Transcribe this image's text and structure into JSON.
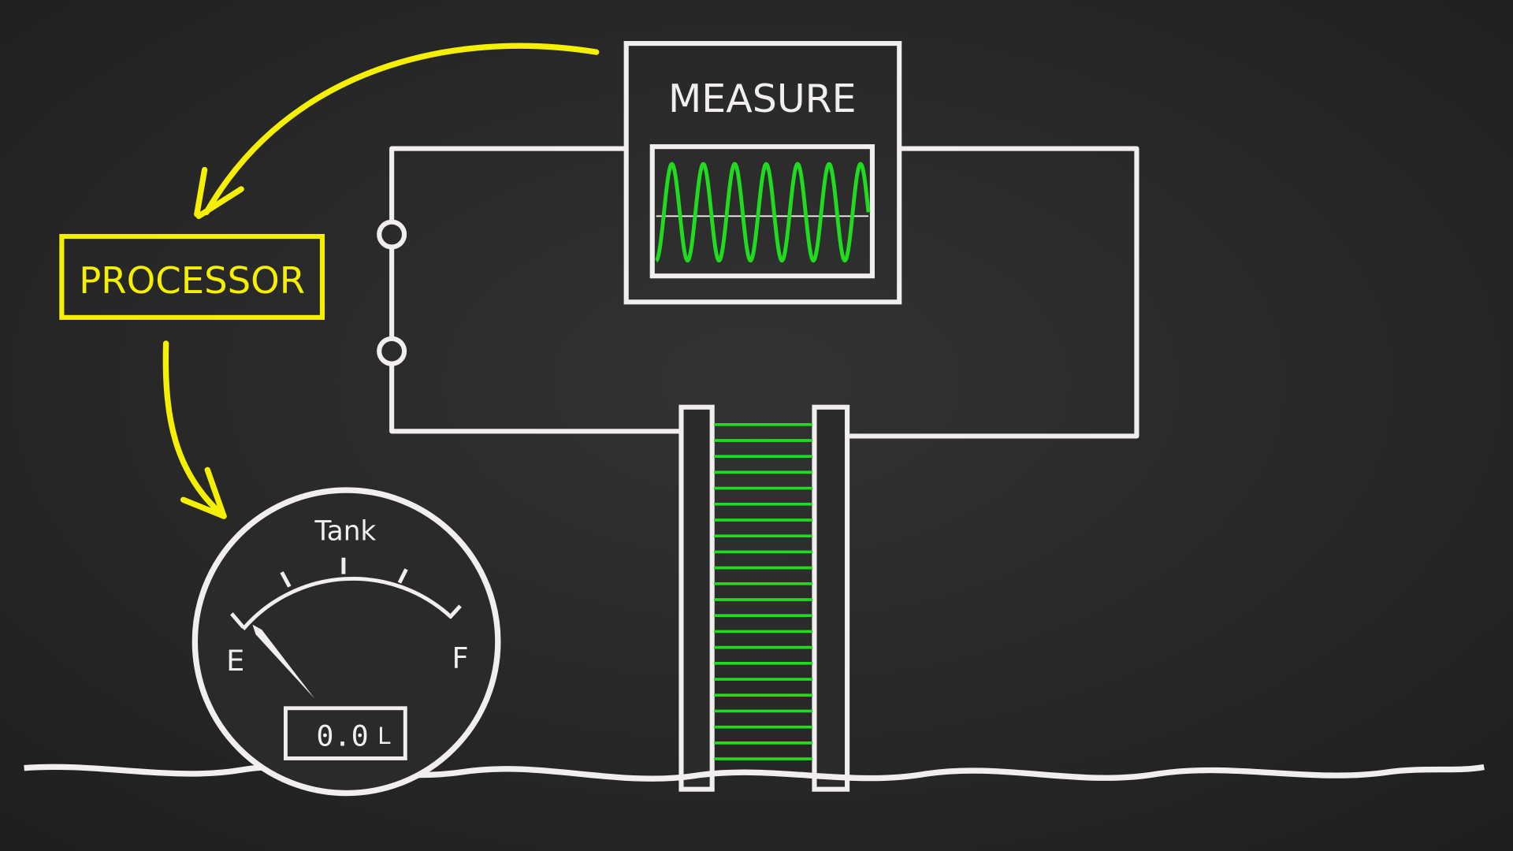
{
  "diagram": {
    "measure_label": "MEASURE",
    "processor_label": "PROCESSOR",
    "gauge": {
      "title": "Tank",
      "empty_label": "E",
      "full_label": "F",
      "readout": "0.0",
      "unit": "L",
      "level_fraction": 0.0
    }
  },
  "colors": {
    "board": "#2a2a2a",
    "chalk": "#f2eeee",
    "accent_yellow": "#f5f000",
    "signal_green": "#1fdc1f"
  }
}
